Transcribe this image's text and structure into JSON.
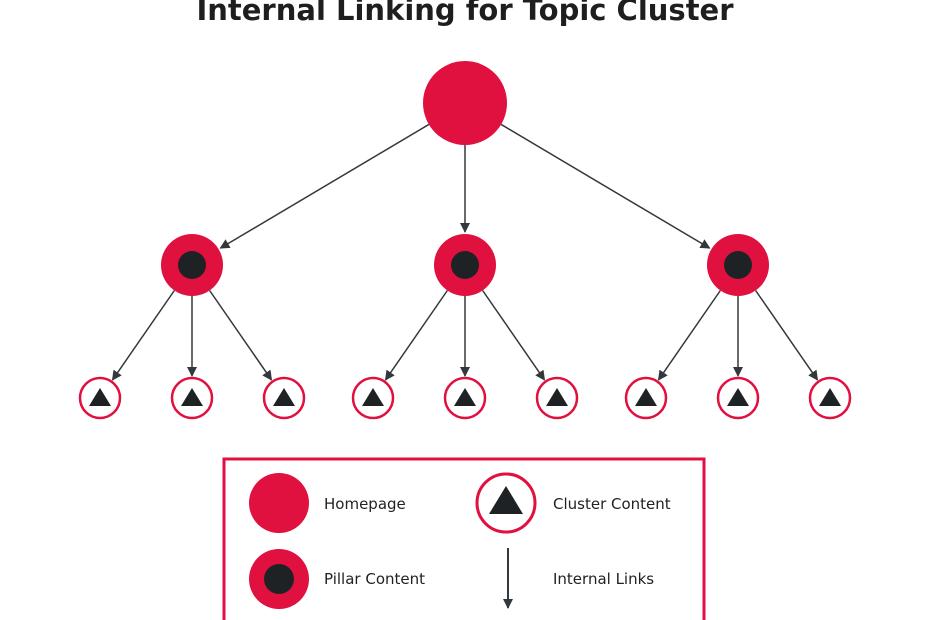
{
  "title": "Internal Linking for Topic Cluster",
  "colors": {
    "accent": "#e0103f",
    "dark": "#1f2224",
    "line": "#33383c",
    "background": "#ffffff"
  },
  "diagram": {
    "root": "homepage",
    "pillars": [
      {
        "id": "pillar-1",
        "clusters": [
          "cluster-1",
          "cluster-2",
          "cluster-3"
        ]
      },
      {
        "id": "pillar-2",
        "clusters": [
          "cluster-4",
          "cluster-5",
          "cluster-6"
        ]
      },
      {
        "id": "pillar-3",
        "clusters": [
          "cluster-7",
          "cluster-8",
          "cluster-9"
        ]
      }
    ]
  },
  "legend": {
    "homepage": "Homepage",
    "cluster_content": "Cluster Content",
    "pillar_content": "Pillar Content",
    "internal_links": "Internal Links"
  }
}
